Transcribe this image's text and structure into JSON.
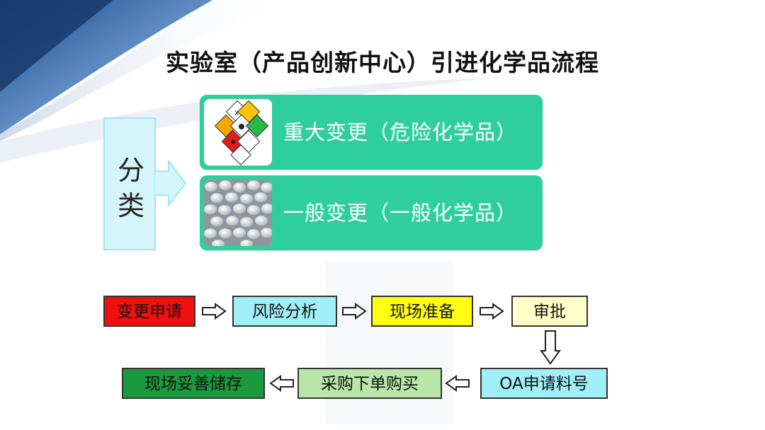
{
  "title": "实验室（产品创新中心）引进化学品流程",
  "classification": {
    "label_char_1": "分",
    "label_char_2": "类"
  },
  "categories": [
    {
      "label": "重大变更（危险化学品）",
      "image": "hazard-symbols-image"
    },
    {
      "label": "一般变更（一般化学品）",
      "image": "chemical-pellets-image"
    }
  ],
  "process": {
    "steps": [
      {
        "label": "变更申请",
        "color": "#f01010"
      },
      {
        "label": "风险分析",
        "color": "#a0eef6"
      },
      {
        "label": "现场准备",
        "color": "#ffff10"
      },
      {
        "label": "审批",
        "color": "#ffffc8"
      },
      {
        "label": "OA申请料号",
        "color": "#a0eef6"
      },
      {
        "label": "采购下单购买",
        "color": "#b8e6a8"
      },
      {
        "label": "现场妥善储存",
        "color": "#1a9a3c"
      }
    ]
  },
  "colors": {
    "category_card": "#2fcf9c",
    "classification_box": "#d4f6fa"
  }
}
